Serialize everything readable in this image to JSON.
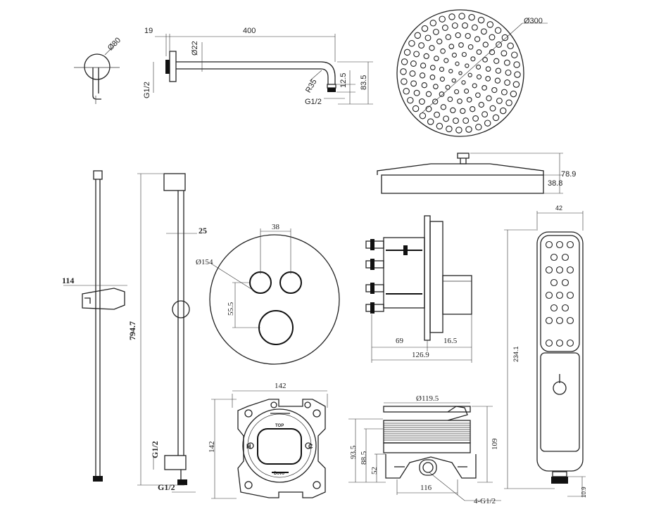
{
  "labels": {
    "arm_flange_dia": "Ø80",
    "arm_offset": "19",
    "arm_length": "400",
    "arm_tube_dia": "Ø22",
    "arm_inlet_thread": "G1/2",
    "arm_bend_radius": "R35",
    "arm_outlet_thread": "G1/2",
    "arm_drop": "12.5",
    "arm_height": "83.5",
    "head_dia": "Ø300",
    "head_total_height": "78.9",
    "head_disc_height": "38.8",
    "rail_clamp": "114",
    "rail_length": "794.7",
    "rail_depth": "25",
    "rail_thread_side": "G1/2",
    "rail_thread_bottom": "G1/2",
    "plate_spacing": "38",
    "plate_dia": "Ø154",
    "plate_vertical": "55.5",
    "valve_depth": "69",
    "valve_cap": "16.5",
    "valve_total": "126.9",
    "handset_width": "42",
    "handset_length": "234.1",
    "handset_thread": "10.9",
    "box_width": "142",
    "box_height": "142",
    "box_top": "TOP",
    "box_hot": "H",
    "box_cold": "C",
    "box_brand": "Dovo",
    "body_dia": "Ø119.5",
    "body_h1": "93.5",
    "body_h2": "88.5",
    "body_h3": "52",
    "body_h4": "109",
    "body_width": "116",
    "body_ports": "4-G1/2"
  }
}
